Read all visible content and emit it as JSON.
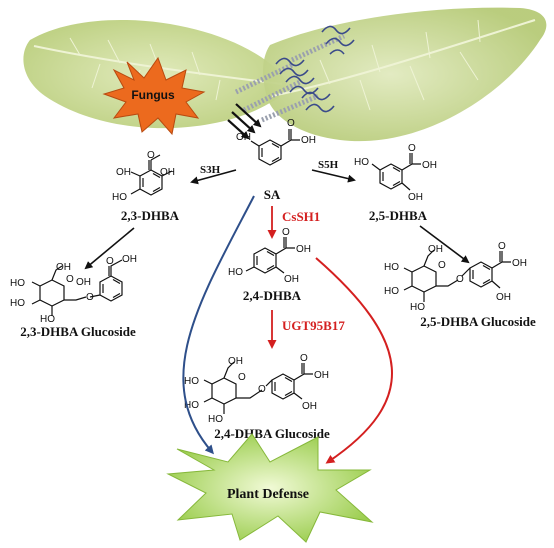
{
  "labels": {
    "fungus": "Fungus",
    "sa": "SA",
    "dhba23": "2,3-DHBA",
    "dhba25": "2,5-DHBA",
    "dhba24": "2,4-DHBA",
    "glc23": "2,3-DHBA Glucoside",
    "glc25": "2,5-DHBA Glucoside",
    "glc24": "2,4-DHBA Glucoside",
    "defense": "Plant Defense"
  },
  "enzymes": {
    "s3h": "S3H",
    "s5h": "S5H",
    "cssh1": "CsSH1",
    "ugt": "UGT95B17"
  },
  "atoms": {
    "oh": "OH",
    "ho": "HO",
    "o": "O"
  },
  "colors": {
    "leaf": "#c9d89a",
    "fungus": "#ec6a1e",
    "burst": "#a6d35a",
    "red_arrow": "#d42020",
    "blue_arrow": "#2e4f8a",
    "black_arrow": "#111111"
  }
}
